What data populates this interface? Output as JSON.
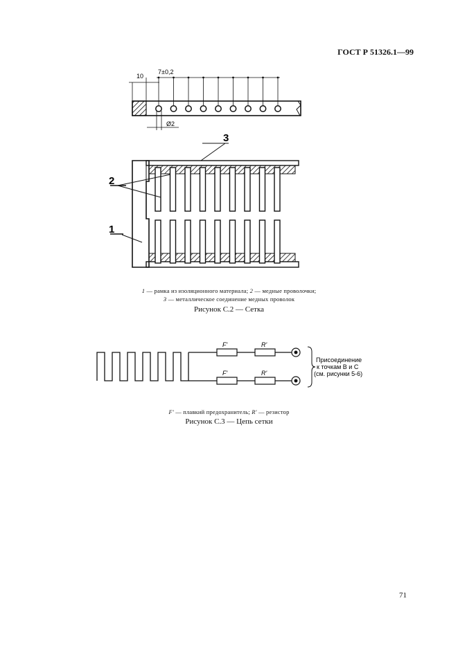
{
  "header": {
    "doc_code": "ГОСТ Р 51326.1—99"
  },
  "figure_c2": {
    "dim_left": "10",
    "dim_pitch": "7±0,2",
    "dim_diameter": "Ø2",
    "callout_1": "1",
    "callout_2": "2",
    "callout_3": "3",
    "legend_1_num": "1",
    "legend_1_text": " — рамка из  изоляционного материала;  ",
    "legend_2_num": "2",
    "legend_2_text": " — медные проволочки;",
    "legend_3_num": "3",
    "legend_3_text": " — металлическое соединение медных проволок",
    "title": "Рисунок С.2 — Сетка"
  },
  "figure_c3": {
    "fuse_label": "F'",
    "resistor_label": "R'",
    "note_line_1": "Присоединение",
    "note_line_2": "к точкам B и C",
    "note_line_3": "(см. рисунки 5-6)",
    "legend_f": "F'",
    "legend_f_text": " — плавкий предохранитель;  ",
    "legend_r": "R'",
    "legend_r_text": " — резистор",
    "title": "Рисунок С.3 — Цепь сетки"
  },
  "page_number": "71"
}
